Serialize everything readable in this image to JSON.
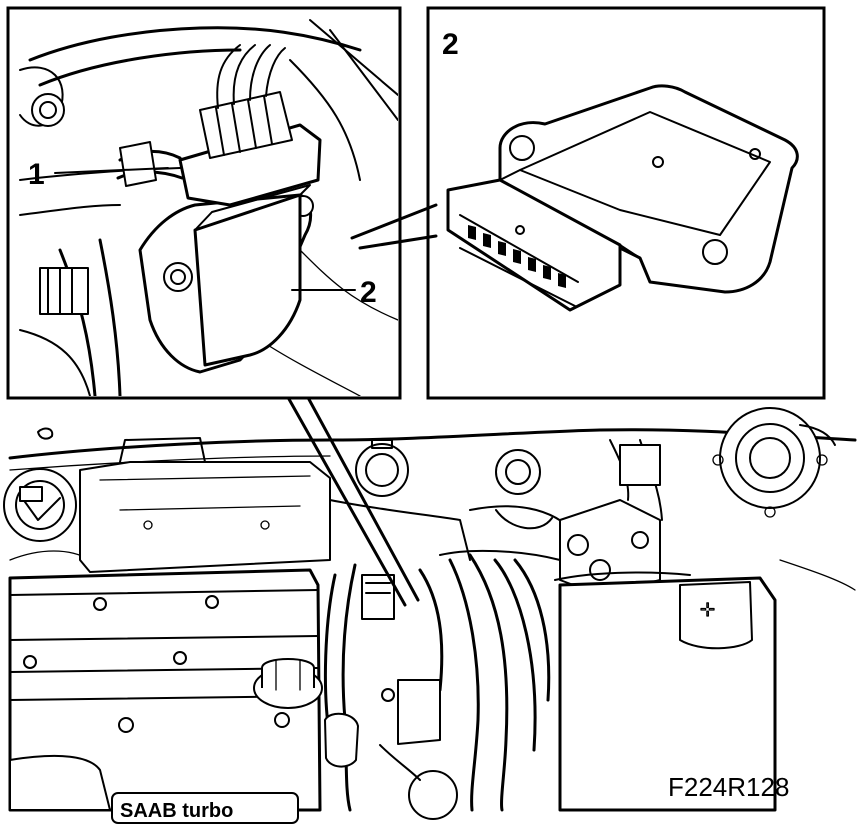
{
  "callouts": {
    "inset_left_label_1": "1",
    "inset_left_label_2": "2",
    "inset_right_label_2": "2"
  },
  "figure_id": "F224R128",
  "engine_logo_text": "SAAB turbo",
  "colors": {
    "line": "#000000",
    "background": "#ffffff"
  }
}
